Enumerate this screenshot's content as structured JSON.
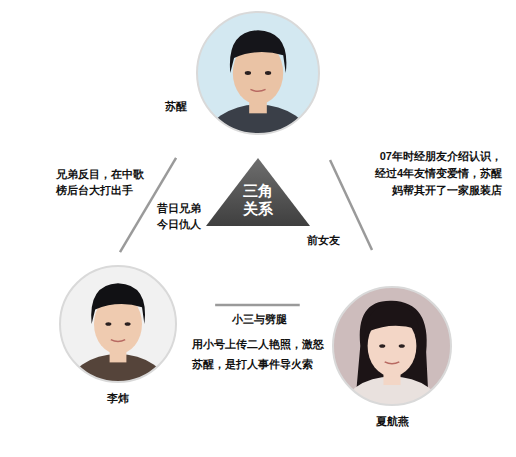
{
  "diagram": {
    "nodes": [
      {
        "text": [
          "苏醒"
        ]
      },
      {
        "text": [
          "三角 关系"
        ]
      },
      {
        "text": [
          "李炜"
        ]
      },
      {
        "text": [
          "夏航燕"
        ]
      }
    ],
    "edges": [
      {
        "from": 0,
        "to": 2,
        "arrow": "none",
        "label": "昔日兄弟 今日仇人"
      },
      {
        "from": 0,
        "to": 3,
        "arrow": "none",
        "label": "前女友"
      },
      {
        "from": 2,
        "to": 3,
        "arrow": "none",
        "label": "小三与劈腿"
      }
    ],
    "labels": [
      "兄弟反目，在中歌榜后台大打出手",
      "07年时经朋友介绍认识，经过4年友情变爱情，苏醒妈帮其开了一家服装店",
      "用小号上传二人艳照，激怒苏醒，是打人事件导火索"
    ]
  }
}
